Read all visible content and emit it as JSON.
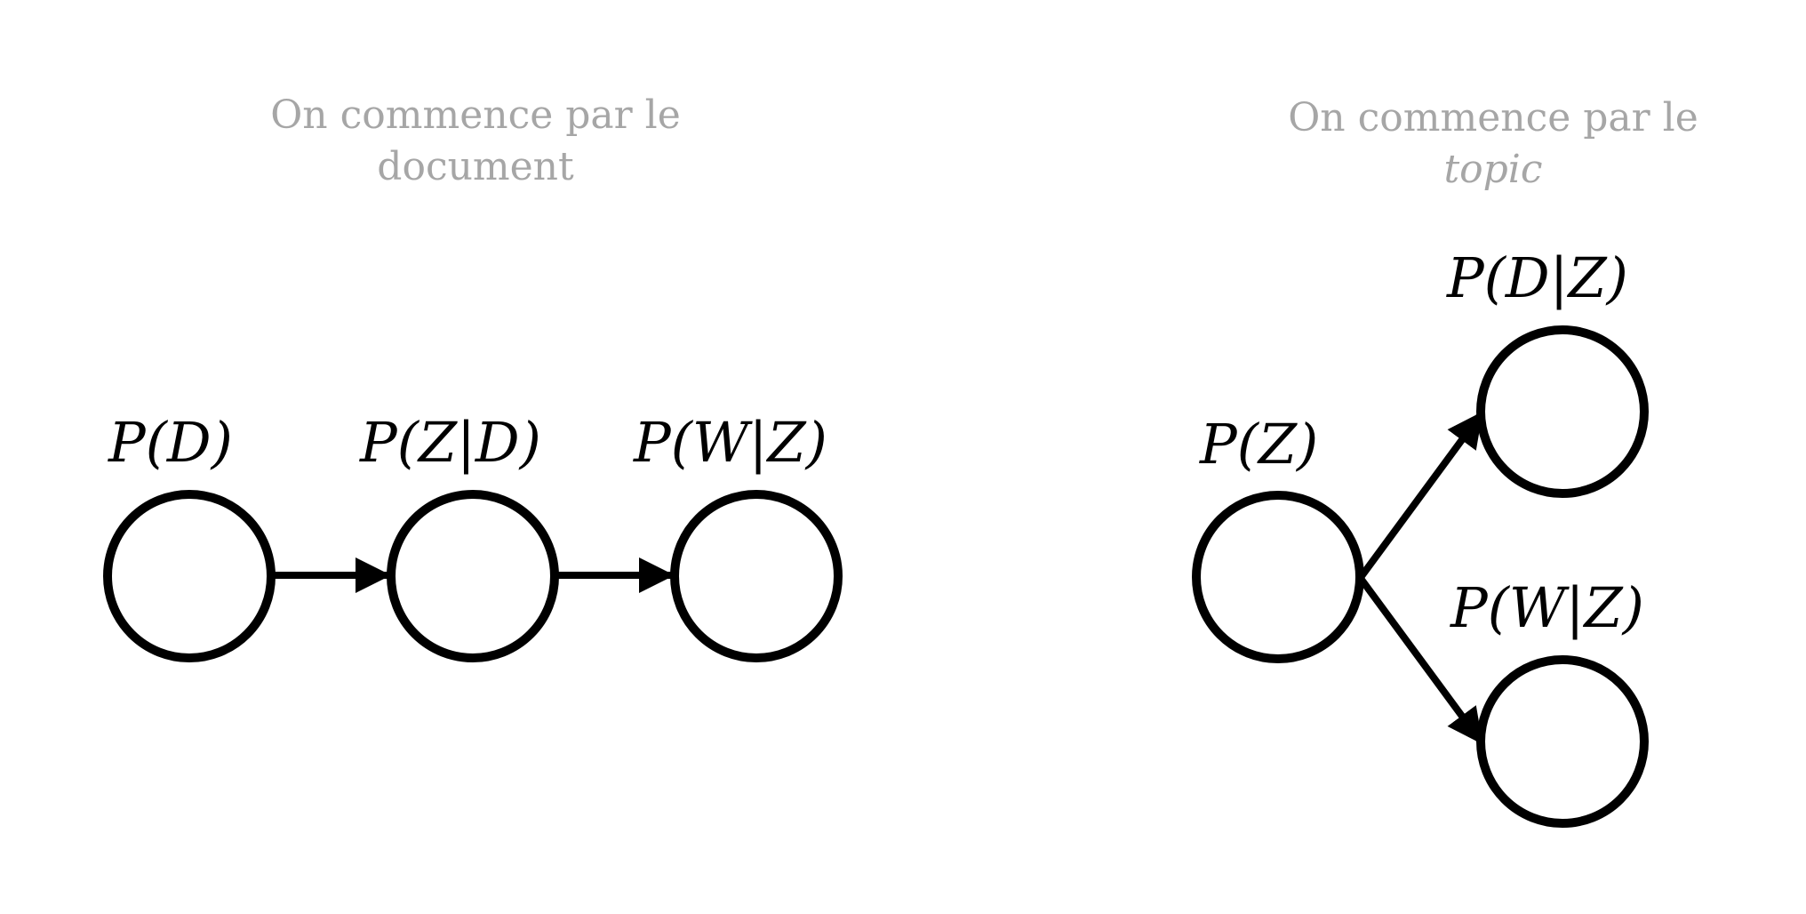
{
  "captions": {
    "left": {
      "line1": "On commence par le",
      "line2": "document"
    },
    "right": {
      "line1": "On commence par le",
      "line2_italic": "topic"
    }
  },
  "labels": {
    "p_d": "P(D)",
    "p_z_given_d": "P(Z|D)",
    "p_w_given_z_left": "P(W|Z)",
    "p_z": "P(Z)",
    "p_d_given_z": "P(D|Z)",
    "p_w_given_z_right": "P(W|Z)"
  },
  "colors": {
    "caption": "#a6a6a6",
    "stroke": "#000000",
    "background": "#ffffff"
  }
}
